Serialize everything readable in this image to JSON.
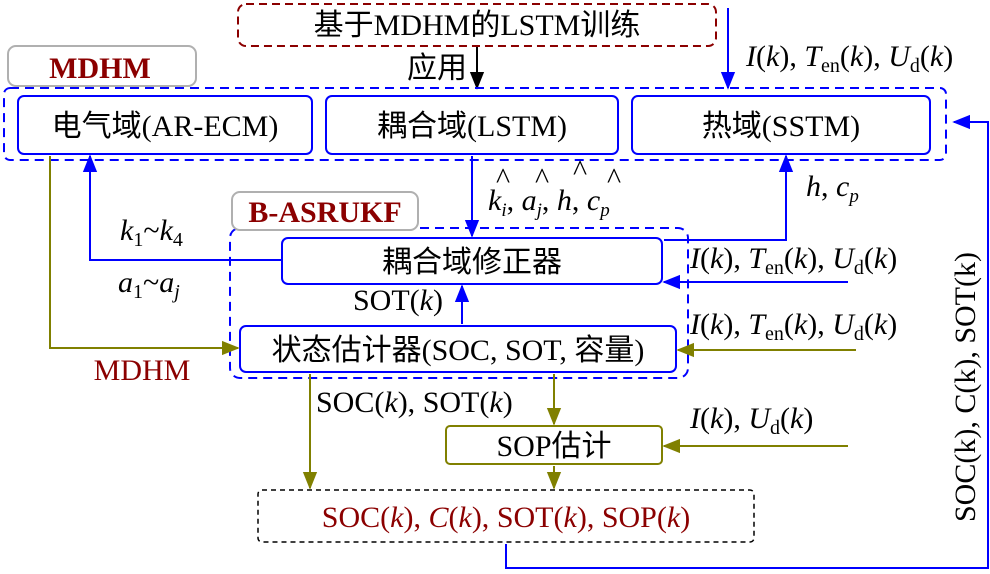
{
  "title": "基于MDHM的LSTM训练",
  "apply_label": "应用",
  "mdhm_group_label": "MDHM",
  "domains": {
    "electrical": "电气域(AR-ECM)",
    "coupling": "耦合域(LSTM)",
    "thermal": "热域(SSTM)"
  },
  "basrukf_label": "B-ASRUKF",
  "corrector": "耦合域修正器",
  "estimator": "状态估计器(SOC, SOT, 容量)",
  "sop_estimator": "SOP估计",
  "outputs": {
    "soc": "SOC",
    "c": "C",
    "sot": "SOT",
    "sop": "SOP"
  },
  "inputs": {
    "i": "I",
    "t": "T",
    "t_sub": "en",
    "u": "U",
    "u_sub": "d",
    "k": "k"
  },
  "labels": {
    "k_range": {
      "k1": "k",
      "s1": "1",
      "tilde": "~",
      "k4": "k",
      "s4": "4"
    },
    "a_range": {
      "a1": "a",
      "s1": "1",
      "tilde": "~",
      "aj": "a",
      "sj": "j"
    },
    "params_hat": {
      "k": "k",
      "ki": "i",
      "a": "a",
      "aj": "j",
      "h": "h",
      "c": "c",
      "cp": "p"
    },
    "h_cp": {
      "h": "h",
      "c": "c",
      "p": "p"
    },
    "mdhm_bottom": "MDHM",
    "sot_k": "SOT",
    "soc_sot_k": {
      "soc": "SOC",
      "sot": "SOT"
    },
    "i_u": {
      "i": "I",
      "u": "U",
      "sub": "d"
    },
    "feedback_vertical": "SOC(k), C(k), SOT(k)"
  },
  "colors": {
    "blue": "#0000ff",
    "olive": "#808000",
    "dark_red": "#8b0000",
    "gray": "#b0b0b0"
  }
}
